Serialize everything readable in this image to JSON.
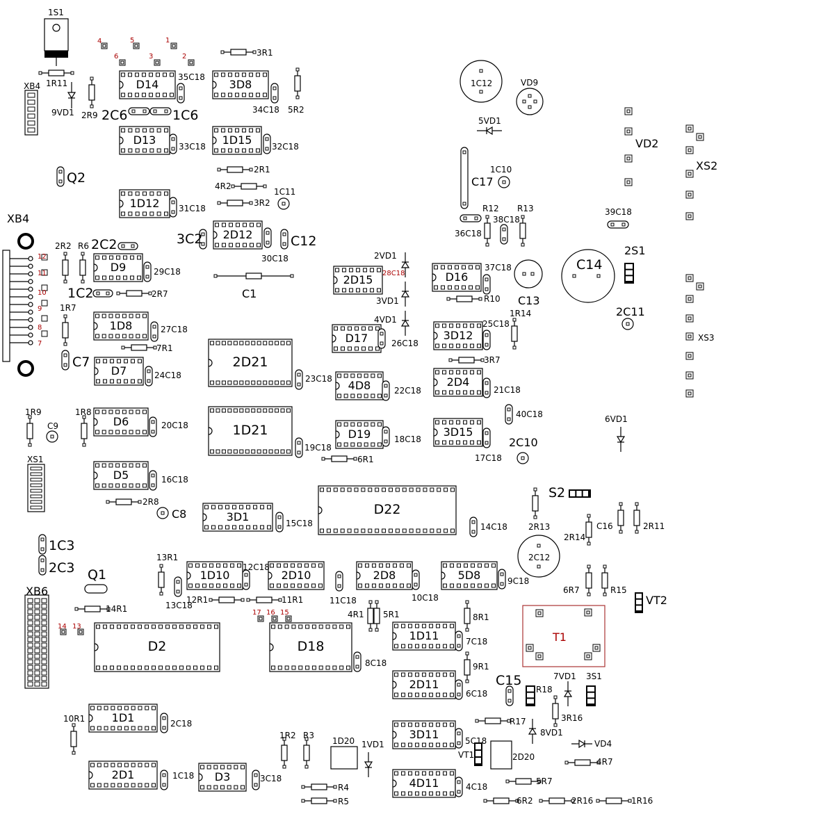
{
  "board": {
    "name": "component-layout"
  },
  "labels": {
    "1S1": "1S1",
    "XB4a": "XB4",
    "1R11": "1R11",
    "9VD1": "9VD1",
    "2R9": "2R9",
    "Q2": "Q2",
    "XB4b": "XB4",
    "D14": "D14",
    "35C18": "35C18",
    "3D8": "3D8",
    "3R1": "3R1",
    "5R2": "5R2",
    "34C18": "34C18",
    "2C6": "2C6",
    "1C6": "1C6",
    "D13": "D13",
    "33C18": "33C18",
    "1D15": "1D15",
    "32C18": "32C18",
    "2R1": "2R1",
    "4R2": "4R2",
    "1C11": "1C11",
    "3R2": "3R2",
    "1D12": "1D12",
    "31C18": "31C18",
    "3C2": "3C2",
    "2D12": "2D12",
    "C12": "C12",
    "30C18": "30C18",
    "C1": "C1",
    "2R2": "2R2",
    "R6": "R6",
    "2C2": "2C2",
    "D9": "D9",
    "29C18": "29C18",
    "1C2": "1C2",
    "2R7": "2R7",
    "1R7": "1R7",
    "1D8": "1D8",
    "27C18": "27C18",
    "7R1": "7R1",
    "C7": "C7",
    "D7": "D7",
    "24C18": "24C18",
    "2D21": "2D21",
    "23C18": "23C18",
    "4D8": "4D8",
    "22C18": "22C18",
    "1R9": "1R9",
    "C9": "C9",
    "1R8": "1R8",
    "D6": "D6",
    "20C18": "20C18",
    "1D21": "1D21",
    "19C18": "19C18",
    "D19": "D19",
    "18C18": "18C18",
    "6R1": "6R1",
    "XS1": "XS1",
    "D5": "D5",
    "16C18": "16C18",
    "2R8": "2R8",
    "C8": "C8",
    "3D1": "3D1",
    "15C18": "15C18",
    "D22": "D22",
    "14C18": "14C18",
    "1C3": "1C3",
    "2C3": "2C3",
    "Q1": "Q1",
    "13R1": "13R1",
    "1D10": "1D10",
    "12C18": "12C18",
    "2D10": "2D10",
    "2D8": "2D8",
    "5D8": "5D8",
    "9C18": "9C18",
    "11C18": "11C18",
    "10C18": "10C18",
    "13C18": "13C18",
    "12R1": "12R1",
    "11R1": "11R1",
    "XB6": "XB6",
    "14R1": "14R1",
    "D2": "D2",
    "D18": "D18",
    "8C18": "8C18",
    "4R1": "4R1",
    "5R1": "5R1",
    "8R1": "8R1",
    "1D11": "1D11",
    "7C18": "7C18",
    "9R1": "9R1",
    "2D11": "2D11",
    "6C18": "6C18",
    "C15": "C15",
    "10R1": "10R1",
    "1D1": "1D1",
    "2C18": "2C18",
    "2D1": "2D1",
    "1C18": "1C18",
    "D3": "D3",
    "3C18": "3C18",
    "1R2": "1R2",
    "R3": "R3",
    "1D20": "1D20",
    "1VD1": "1VD1",
    "R4": "R4",
    "R5": "R5",
    "3D11": "3D11",
    "5C18": "5C18",
    "VT1": "VT1",
    "2D20": "2D20",
    "4D11": "4D11",
    "4C18": "4C18",
    "1C12": "1C12",
    "VD9": "VD9",
    "5VD1": "5VD1",
    "C17": "C17",
    "1C10": "1C10",
    "R12": "R12",
    "R13": "R13",
    "36C18": "36C18",
    "38C18": "38C18",
    "2VD1": "2VD1",
    "28C18": "28C18",
    "2D15": "2D15",
    "3VD1": "3VD1",
    "D16": "D16",
    "37C18": "37C18",
    "C13": "C13",
    "R10": "R10",
    "4VD1": "4VD1",
    "D17": "D17",
    "26C18": "26C18",
    "3D12": "3D12",
    "25C18": "25C18",
    "1R14": "1R14",
    "3R7": "3R7",
    "2D4": "2D4",
    "21C18": "21C18",
    "40C18": "40C18",
    "3D15": "3D15",
    "17C18": "17C18",
    "2C10": "2C10",
    "VD2": "VD2",
    "XS2": "XS2",
    "39C18": "39C18",
    "C14": "C14",
    "2S1": "2S1",
    "2C11": "2C11",
    "XS3": "XS3",
    "6VD1": "6VD1",
    "S2": "S2",
    "2R13": "2R13",
    "2R14": "2R14",
    "C16": "C16",
    "2R11": "2R11",
    "2C12": "2C12",
    "6R7": "6R7",
    "R15": "R15",
    "VT2": "VT2",
    "T1": "T1",
    "7VD1": "7VD1",
    "3S1": "3S1",
    "R18": "R18",
    "R17": "R17",
    "8VD1": "8VD1",
    "3R16": "3R16",
    "VD4": "VD4",
    "4R7": "4R7",
    "5R7": "5R7",
    "6R2": "6R2",
    "2R16": "2R16",
    "1R16": "1R16"
  },
  "pin_numbers": {
    "p4": "4",
    "p5": "5",
    "p1": "1",
    "p6": "6",
    "p3": "3",
    "p2": "2",
    "x12": "12",
    "x11": "11",
    "x10": "10",
    "x9": "9",
    "x8": "8",
    "x7": "7",
    "p14": "14",
    "p13": "13",
    "p17": "17",
    "p16": "16",
    "p15": "15"
  }
}
